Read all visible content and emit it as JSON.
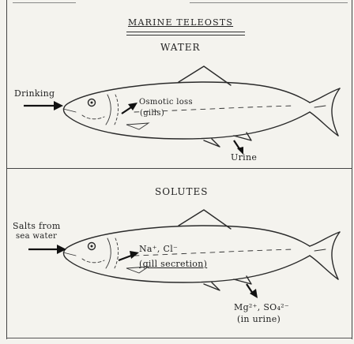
{
  "title": "MARINE TELEOSTS",
  "water": {
    "heading": "WATER",
    "drinking": "Drinking",
    "osmotic_loss_line1": "Osmotic loss",
    "osmotic_loss_line2": "(gills)",
    "urine": "Urine"
  },
  "solutes": {
    "heading": "SOLUTES",
    "salts_line1": "Salts from",
    "salts_line2": "sea water",
    "ions": "Na⁺, Cl⁻",
    "gill_secretion": "(gill secretion)",
    "divalent": "Mg²⁺, SO₄²⁻",
    "in_urine": "(in urine)"
  }
}
